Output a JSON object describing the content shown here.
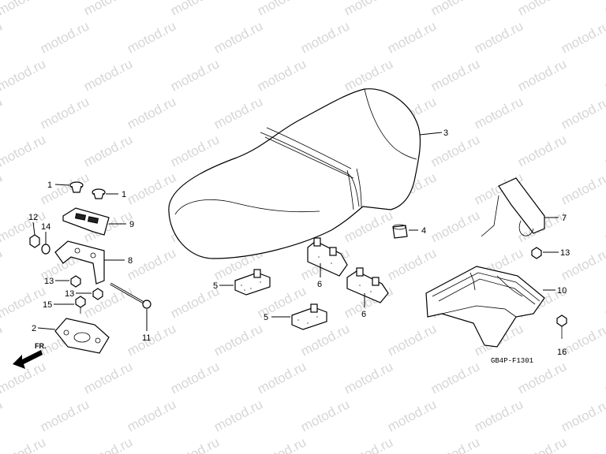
{
  "watermark": {
    "text": "motod.ru"
  },
  "diagram_code": "GB4P-F1301",
  "front_arrow_label": "FR.",
  "callouts": {
    "c1a": "1",
    "c1b": "1",
    "c2": "2",
    "c3": "3",
    "c4": "4",
    "c5a": "5",
    "c5b": "5",
    "c6a": "6",
    "c6b": "6",
    "c7": "7",
    "c8": "8",
    "c9": "9",
    "c10": "10",
    "c11": "11",
    "c12": "12",
    "c13a": "13",
    "c13b": "13",
    "c13c": "13",
    "c14": "14",
    "c15": "15",
    "c16": "16"
  }
}
